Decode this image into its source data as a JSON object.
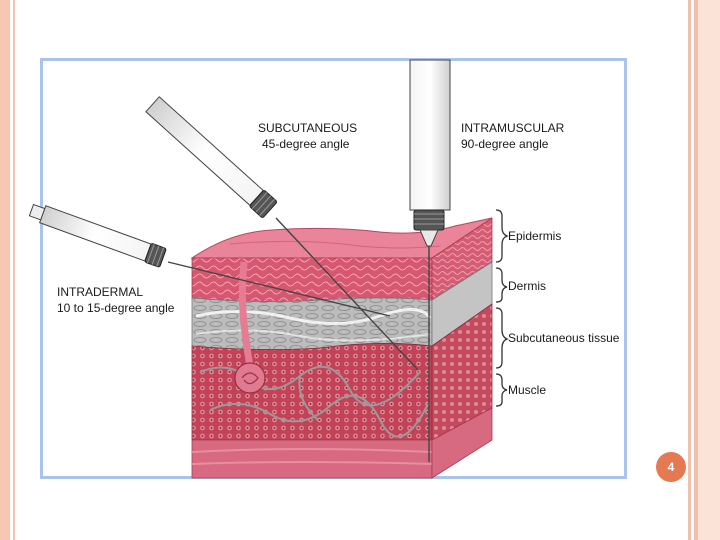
{
  "injections": {
    "subcutaneous": {
      "title": "SUBCUTANEOUS",
      "angle": "45-degree angle"
    },
    "intramuscular": {
      "title": "INTRAMUSCULAR",
      "angle": "90-degree angle"
    },
    "intradermal": {
      "title": "INTRADERMAL",
      "angle": "10 to 15-degree angle"
    }
  },
  "layers": {
    "epidermis": "Epidermis",
    "dermis": "Dermis",
    "subcutaneous": "Subcutaneous tissue",
    "muscle": "Muscle"
  },
  "page_number": "4",
  "colors": {
    "epidermis": "#e4788e",
    "dermis": "#d9546c",
    "subcutaneous": "#b9b9b9",
    "muscle": "#b83a4e",
    "frame": "#a9c4ea",
    "badge": "#e57952"
  }
}
